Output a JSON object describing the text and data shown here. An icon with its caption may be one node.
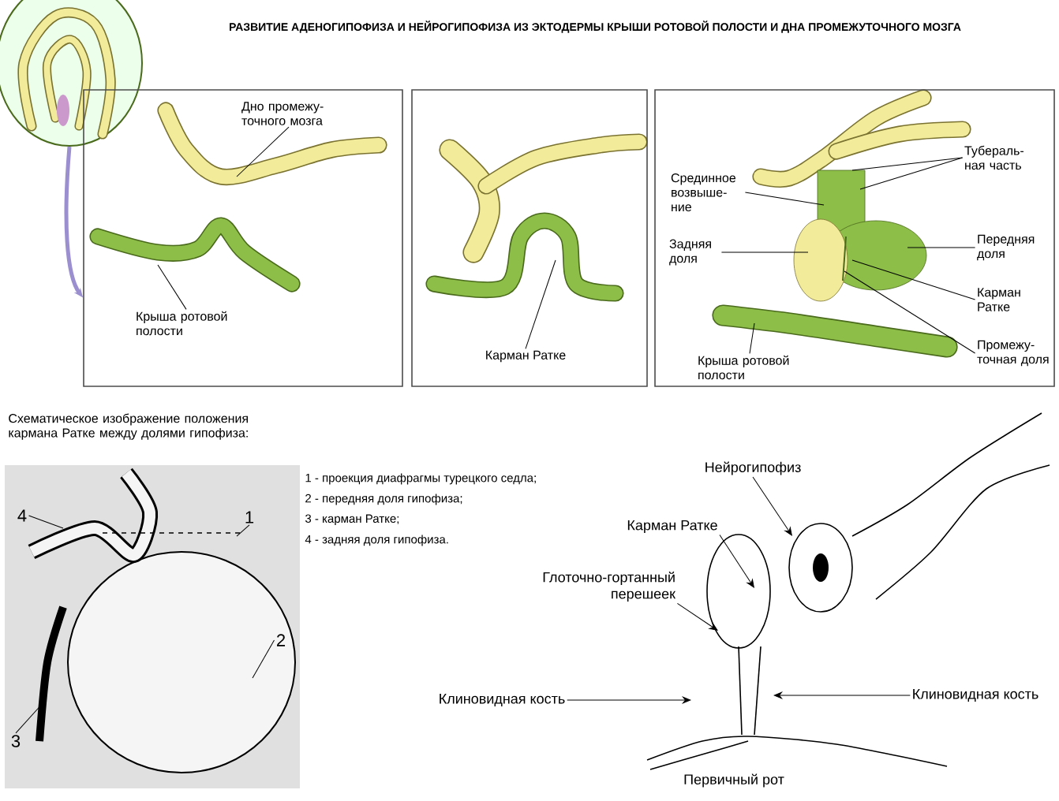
{
  "diagram": {
    "title": "РАЗВИТИЕ АДЕНОГИПОФИЗА И НЕЙРОГИПОФИЗА ИЗ ЭКТОДЕРМЫ КРЫШИ РОТОВОЙ ПОЛОСТИ И ДНА ПРОМЕЖУТОЧНОГО МОЗГА",
    "nodes": [
      {
        "text": [],
        "shape": "picture"
      },
      {
        "text": [],
        "shape": "box"
      },
      {
        "text": [
          "Дно промежу- точного мозга"
        ],
        "in": 1
      },
      {
        "text": [
          "Крыша ротовой полости"
        ],
        "in": 1
      },
      {
        "text": [],
        "shape": "box"
      },
      {
        "text": [
          "Карман Ратке"
        ],
        "in": 4
      },
      {
        "text": [],
        "shape": "box"
      },
      {
        "text": [
          "Срединное возвыше- ние"
        ],
        "in": 6
      },
      {
        "text": [
          "Задняя доля"
        ],
        "in": 6
      },
      {
        "text": [
          "Тубераль- ная часть"
        ],
        "in": 6
      },
      {
        "text": [
          "Передняя доля"
        ],
        "in": 6
      },
      {
        "text": [
          "Карман Ратке"
        ],
        "in": 6
      },
      {
        "text": [
          "Промежу- точная доля"
        ],
        "in": 6
      },
      {
        "text": [
          "Крыша ротовой полости"
        ],
        "in": 6
      },
      {
        "text": [
          "4"
        ]
      },
      {
        "text": [
          "1"
        ]
      },
      {
        "text": [
          "2"
        ]
      },
      {
        "text": [
          "3"
        ]
      },
      {
        "text": [
          "Нейрогипофиз"
        ]
      },
      {
        "text": [
          "Карман Ратке"
        ]
      },
      {
        "text": [
          "Глоточно-гортанный перешеек"
        ]
      },
      {
        "text": [
          "Клиновидная кость"
        ]
      },
      {
        "text": [
          "Клиновидная кость"
        ]
      }
    ],
    "edges": [
      {
        "from": 0,
        "to": 1,
        "arrow": "to",
        "style": "thick",
        "color": "#9b8fd0"
      },
      {
        "from": 2,
        "to": null,
        "arrow": "none"
      },
      {
        "from": 3,
        "to": null,
        "arrow": "none"
      },
      {
        "from": 5,
        "to": null,
        "arrow": "none"
      },
      {
        "from": 7,
        "to": null,
        "arrow": "none"
      },
      {
        "from": 8,
        "to": null,
        "arrow": "none"
      },
      {
        "from": 9,
        "to": null,
        "arrow": "none"
      },
      {
        "from": 9,
        "to": null,
        "arrow": "none"
      },
      {
        "from": 10,
        "to": null,
        "arrow": "none"
      },
      {
        "from": 11,
        "to": null,
        "arrow": "none"
      },
      {
        "from": 12,
        "to": null,
        "arrow": "none"
      },
      {
        "from": 13,
        "to": null,
        "arrow": "none"
      },
      {
        "from": 14,
        "to": null,
        "arrow": "none"
      },
      {
        "from": 15,
        "to": null,
        "arrow": "none"
      },
      {
        "from": 16,
        "to": null,
        "arrow": "none"
      },
      {
        "from": 17,
        "to": null,
        "arrow": "none"
      },
      {
        "from": 18,
        "to": null,
        "arrow": "to"
      },
      {
        "from": 19,
        "to": null,
        "arrow": "to"
      },
      {
        "from": 20,
        "to": null,
        "arrow": "to"
      },
      {
        "from": 21,
        "to": null,
        "arrow": "to"
      },
      {
        "from": 22,
        "to": null,
        "arrow": "to"
      }
    ],
    "labels": [
      "Схематическое изображение положения кармана Ратке между долями гипофиза:",
      "1 - проекция диафрагмы турецкого седла;",
      "2 - передняя доля гипофиза;",
      "3 - карман Ратке;",
      "4 - задняя доля гипофиза.",
      "Первичный рот"
    ]
  }
}
